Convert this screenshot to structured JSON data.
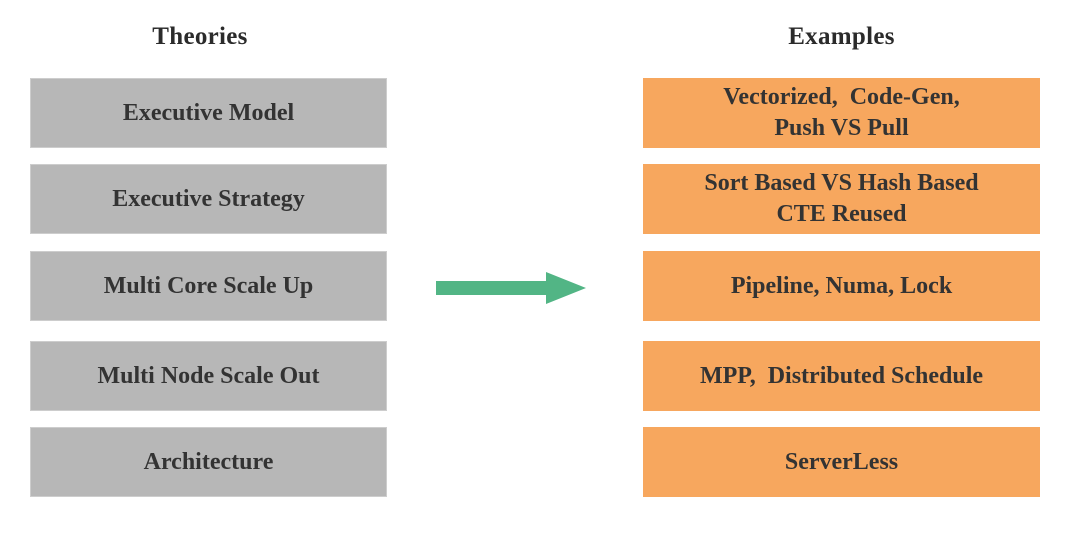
{
  "headings": {
    "theories": "Theories",
    "examples": "Examples"
  },
  "theories": [
    {
      "label": "Executive Model"
    },
    {
      "label": "Executive Strategy"
    },
    {
      "label": "Multi Core Scale Up"
    },
    {
      "label": "Multi Node Scale Out"
    },
    {
      "label": "Architecture"
    }
  ],
  "examples": [
    {
      "label": "Vectorized,  Code-Gen,\nPush VS Pull"
    },
    {
      "label": "Sort Based VS Hash Based\nCTE Reused"
    },
    {
      "label": "Pipeline, Numa, Lock"
    },
    {
      "label": "MPP,  Distributed Schedule"
    },
    {
      "label": "ServerLess"
    }
  ],
  "icons": {
    "arrow": "right-arrow"
  },
  "colors": {
    "background": "#ffffff",
    "theory_box": "#b7b7b7",
    "example_box": "#f7a75e",
    "arrow": "#52b585",
    "text": "#333333",
    "heading_text": "#2b2b2b"
  }
}
